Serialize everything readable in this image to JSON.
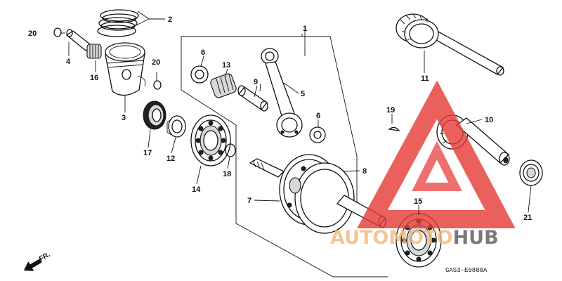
{
  "diagram": {
    "callouts": [
      "1",
      "2",
      "3",
      "4",
      "5",
      "6",
      "6",
      "7",
      "8",
      "9",
      "10",
      "11",
      "12",
      "13",
      "14",
      "15",
      "16",
      "17",
      "18",
      "19",
      "20",
      "20",
      "21"
    ],
    "drawing_code": "GAS3-E0800",
    "drawing_code_suffix": "A",
    "direction_label": "FR."
  },
  "watermark": {
    "text_part1": "AUTO",
    "text_part2": "MOTO",
    "text_part3": "HUB",
    "colors": {
      "triangle": "#e53935",
      "accent": "#f5a04a",
      "dark": "#444444"
    }
  }
}
